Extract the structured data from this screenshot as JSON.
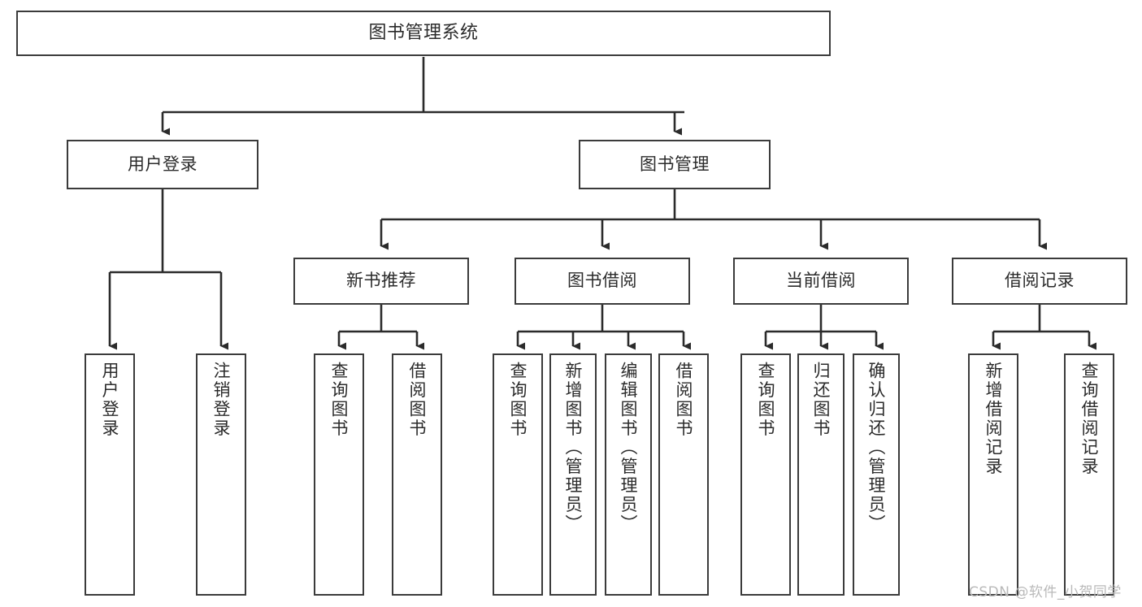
{
  "diagram": {
    "type": "hierarchy-tree",
    "title": "图书管理系统",
    "watermark": "CSDN @软件_小贺同学",
    "colors": {
      "box_border": "#3b3b3b",
      "box_fill": "#ffffff",
      "connector": "#2b2b2b",
      "text": "#2b2b2b",
      "watermark": "#b9b9b9",
      "background": "#ffffff"
    },
    "nodes": {
      "root": {
        "label": "图书管理系统"
      },
      "level1": [
        {
          "label": "用户登录"
        },
        {
          "label": "图书管理"
        }
      ],
      "level2": [
        {
          "label": "新书推荐"
        },
        {
          "label": "图书借阅"
        },
        {
          "label": "当前借阅"
        },
        {
          "label": "借阅记录"
        }
      ],
      "leaves": {
        "user_login": [
          {
            "label": "用户登录"
          },
          {
            "label": "注销登录"
          }
        ],
        "new_book_recommend": [
          {
            "label": "查询图书"
          },
          {
            "label": "借阅图书"
          }
        ],
        "book_borrow": [
          {
            "label": "查询图书"
          },
          {
            "label": "新增图书（管理员）"
          },
          {
            "label": "编辑图书（管理员）"
          },
          {
            "label": "借阅图书"
          }
        ],
        "current_borrow": [
          {
            "label": "查询图书"
          },
          {
            "label": "归还图书"
          },
          {
            "label": "确认归还（管理员）"
          }
        ],
        "borrow_record": [
          {
            "label": "新增借阅记录"
          },
          {
            "label": "查询借阅记录"
          }
        ]
      }
    }
  }
}
